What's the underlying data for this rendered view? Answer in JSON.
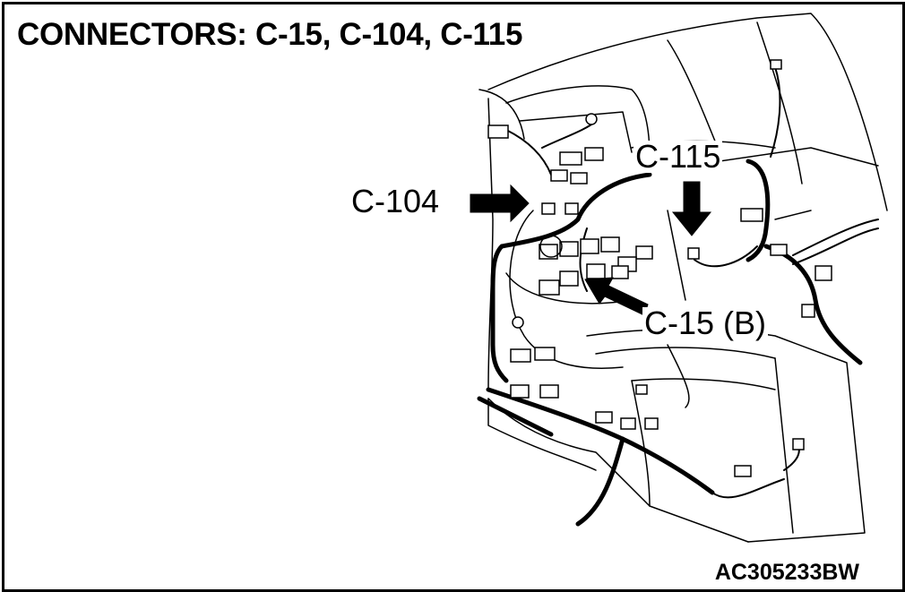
{
  "title": "CONNECTORS: C-15, C-104, C-115",
  "figure_id": "AC305233BW",
  "callouts": {
    "c104": "C-104",
    "c115": "C-115",
    "c15b": "C-15 (B)"
  }
}
